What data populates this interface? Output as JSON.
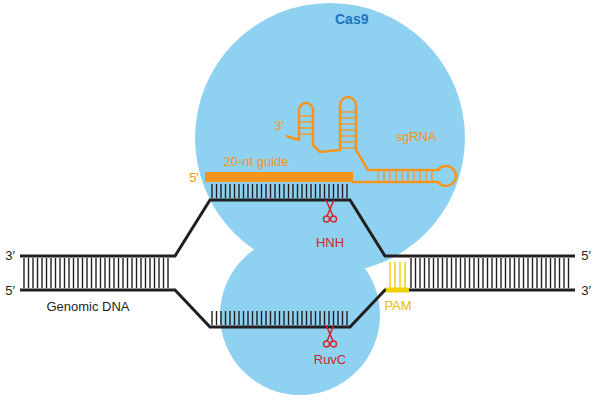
{
  "diagram": {
    "nodes": [
      {
        "text": [
          "Cas9"
        ]
      }
    ],
    "labels": [
      "3′",
      "sgRNA",
      "20-nt guide",
      "5′",
      "HNH",
      "3′",
      "5′",
      "5′",
      "Genomic DNA",
      "3′",
      "PAM",
      "RuvC"
    ]
  }
}
